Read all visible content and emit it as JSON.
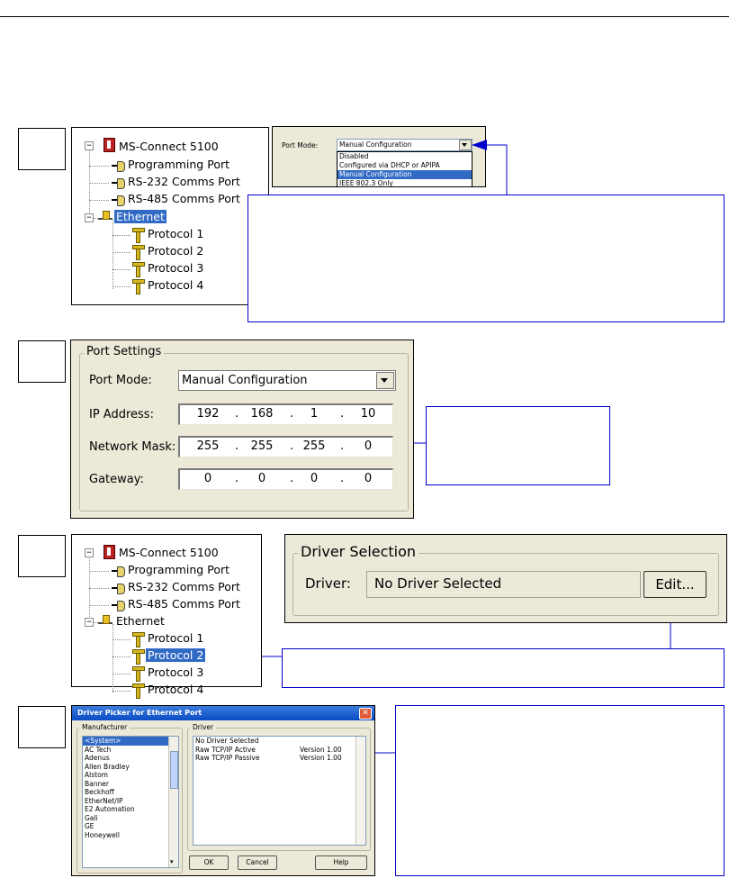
{
  "tree": {
    "root": "MS-Connect 5100",
    "items": [
      "Programming Port",
      "RS-232 Comms Port",
      "RS-485 Comms Port"
    ],
    "ethernet": "Ethernet",
    "protocols": [
      "Protocol 1",
      "Protocol 2",
      "Protocol 3",
      "Protocol 4"
    ]
  },
  "port_mode_popup": {
    "label": "Port Mode:",
    "selected": "Manual Configuration",
    "options": [
      "Disabled",
      "Configured via DHCP or APIPA",
      "Manual Configuration",
      "IEEE 802.3 Only"
    ]
  },
  "port_settings": {
    "title": "Port Settings",
    "port_mode_label": "Port Mode:",
    "port_mode_value": "Manual Configuration",
    "ip_label": "IP Address:",
    "ip": [
      "192",
      "168",
      "1",
      "10"
    ],
    "mask_label": "Network Mask:",
    "mask": [
      "255",
      "255",
      "255",
      "0"
    ],
    "gateway_label": "Gateway:",
    "gateway": [
      "0",
      "0",
      "0",
      "0"
    ],
    "dot": "."
  },
  "driver_selection": {
    "title": "Driver Selection",
    "driver_label": "Driver:",
    "driver_value": "No Driver Selected",
    "edit_button": "Edit..."
  },
  "driver_picker": {
    "title": "Driver Picker for Ethernet Port",
    "manufacturer_label": "Manufacturer",
    "manufacturers": [
      "<System>",
      "AC Tech",
      "Adenus",
      "Allen Bradley",
      "Alstom",
      "Banner",
      "Beckhoff",
      "EtherNet/IP",
      "E2 Automation",
      "Gali",
      "GE",
      "Honeywell"
    ],
    "driver_label": "Driver",
    "drivers": [
      {
        "name": "No Driver Selected",
        "version": ""
      },
      {
        "name": "Raw TCP/IP Active",
        "version": "Version 1.00"
      },
      {
        "name": "Raw TCP/IP Passive",
        "version": "Version 1.00"
      }
    ],
    "ok": "OK",
    "cancel": "Cancel",
    "help": "Help",
    "close": "✕"
  },
  "colors": {
    "accent": "#0000cc",
    "selection": "#316ac5",
    "dialog_bg": "#ece9d8"
  }
}
